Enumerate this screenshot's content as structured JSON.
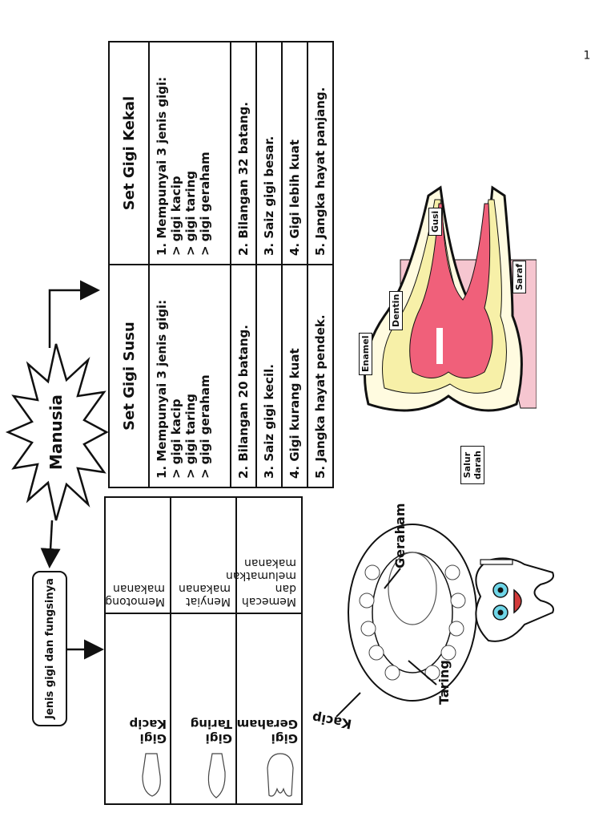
{
  "page_number": "1",
  "center_title": "Manusia",
  "left_box_title": "Jenis gigi dan fungsinya",
  "set_table": {
    "headers": [
      "Set Gigi Susu",
      "Set Gigi Kekal"
    ],
    "rows": [
      [
        "1. Mempunyai 3 jenis gigi:\n> gigi kacip\n> gigi taring\n> gigi geraham",
        "1. Mempunyai 3 jenis gigi:\n> gigi kacip\n> gigi taring\n> gigi geraham"
      ],
      [
        "2. Bilangan 20 batang.",
        "2. Bilangan 32 batang."
      ],
      [
        "3. Saiz gigi kecil.",
        "3. Saiz gigi besar."
      ],
      [
        "4. Gigi kurang kuat",
        "4. Gigi lebih kuat"
      ],
      [
        "5. Jangka hayat pendek.",
        "5. Jangka hayat panjang."
      ]
    ]
  },
  "function_table": [
    {
      "icon": "incisor-icon",
      "name": "Gigi Kacip",
      "function": "Memotong makanan"
    },
    {
      "icon": "canine-icon",
      "name": "Gigi Taring",
      "function": "Menyiat makanan"
    },
    {
      "icon": "molar-icon",
      "name": "Gigi Geraham",
      "function": "Memecah dan melumatkan makanan"
    }
  ],
  "tooth_labels": {
    "enamel": "Enamel",
    "dentin": "Dentin",
    "gusi": "Gusi",
    "saraf": "Saraf",
    "salur_darah": "Salur darah"
  },
  "mouth_labels": {
    "kacip": "Kacip",
    "taring": "Taring",
    "geraham": "Geraham"
  },
  "colors": {
    "enamel": "#fffbe0",
    "dentin": "#f7f0a8",
    "pulp": "#f0607a",
    "gum": "#f6c6d0",
    "line": "#111111"
  }
}
